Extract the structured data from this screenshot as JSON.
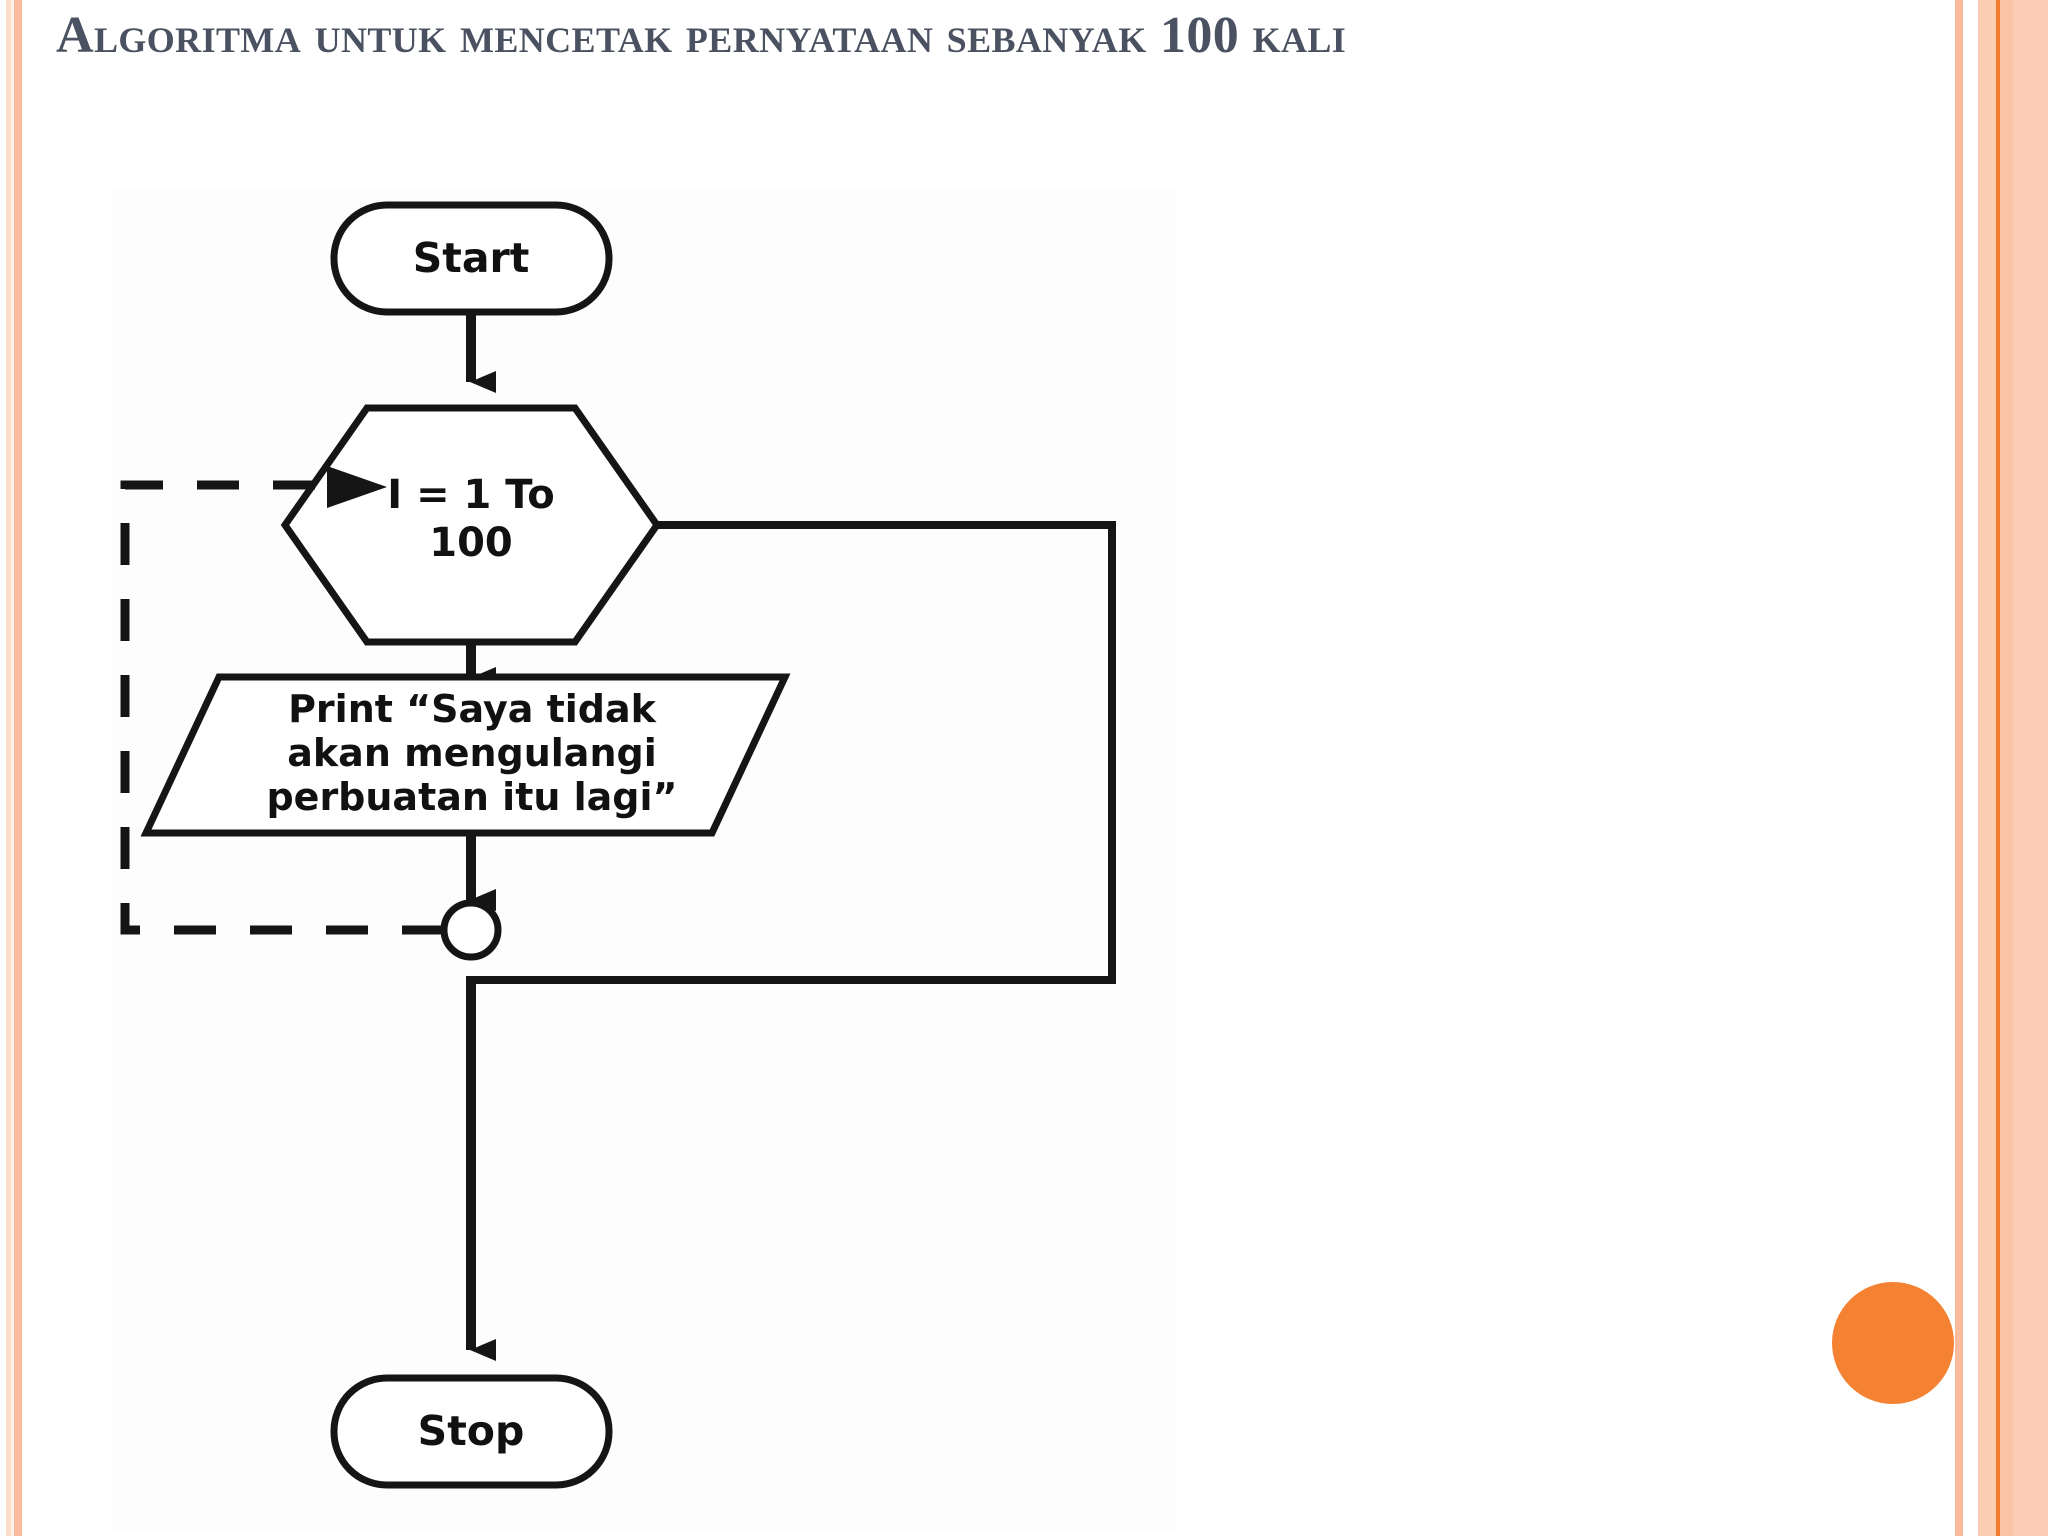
{
  "slide": {
    "title": "Algoritma untuk mencetak pernyataan sebanyak 100 kali",
    "background_color": "#ffffff",
    "title_color": "#4a5160",
    "accent_color": "#f58233",
    "stripe_color": "#f9bb9c"
  },
  "flowchart": {
    "type": "flowchart",
    "nodes": {
      "start": {
        "label": "Start",
        "shape": "terminator"
      },
      "loop": {
        "label_line1": "I = 1 To",
        "label_line2": "100",
        "shape": "hexagon"
      },
      "print": {
        "label_line1": "Print “Saya tidak",
        "label_line2": "akan mengulangi",
        "label_line3": "perbuatan itu lagi”",
        "shape": "parallelogram"
      },
      "connector": {
        "label": "",
        "shape": "circle-connector"
      },
      "stop": {
        "label": "Stop",
        "shape": "terminator"
      }
    },
    "edges": [
      {
        "from": "start",
        "to": "loop",
        "style": "solid",
        "arrow": true
      },
      {
        "from": "loop",
        "to": "print",
        "style": "solid",
        "arrow": true
      },
      {
        "from": "print",
        "to": "connector",
        "style": "solid",
        "arrow": true
      },
      {
        "from": "connector",
        "to": "loop",
        "style": "dashed",
        "arrow": true,
        "note": "loop back"
      },
      {
        "from": "loop",
        "to": "stop",
        "style": "solid",
        "arrow": true,
        "note": "loop exit via right rail"
      }
    ]
  }
}
